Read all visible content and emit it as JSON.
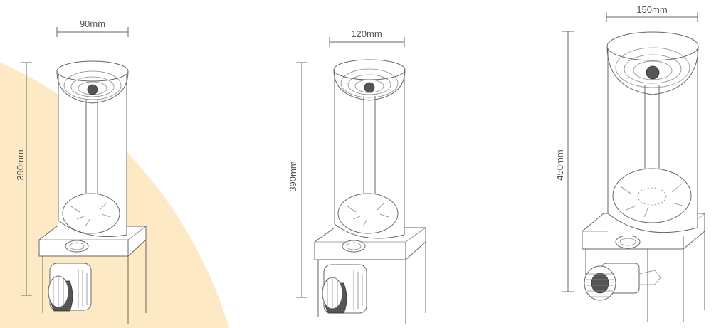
{
  "background": {
    "accent_color": "#fde9c4"
  },
  "reactors": [
    {
      "id": "reactor-90",
      "width_label": "90mm",
      "height_label": "390mm"
    },
    {
      "id": "reactor-120",
      "width_label": "120mm",
      "height_label": "390mm"
    },
    {
      "id": "reactor-150",
      "width_label": "150mm",
      "height_label": "450mm"
    }
  ]
}
